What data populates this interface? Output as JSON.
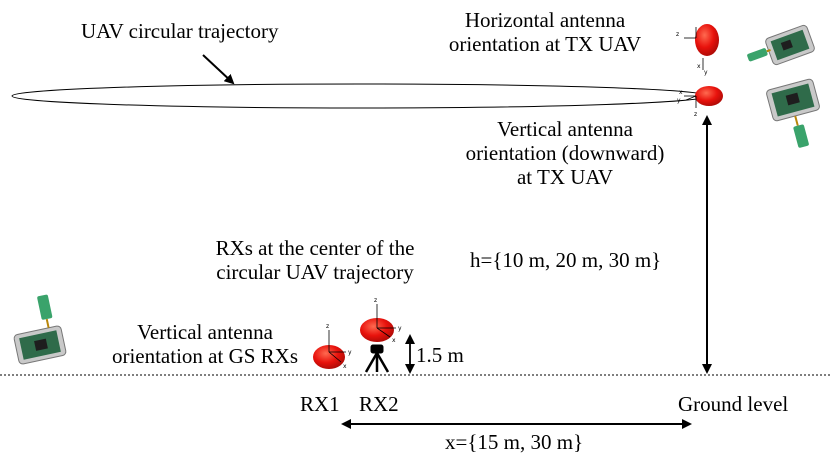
{
  "labels": {
    "trajectory": "UAV circular trajectory",
    "horizontal_line1": "Horizontal antenna",
    "horizontal_line2": "orientation at TX UAV",
    "vertical_tx_line1": "Vertical antenna",
    "vertical_tx_line2": "orientation (downward)",
    "vertical_tx_line3": "at TX UAV",
    "rx_center_line1": "RXs at the center of the",
    "rx_center_line2": "circular UAV trajectory",
    "gs_line1": "Vertical antenna",
    "gs_line2": "orientation at GS RXs",
    "height": "h={10 m, 20 m, 30 m}",
    "rx_height": "1.5 m",
    "rx1": "RX1",
    "rx2": "RX2",
    "ground": "Ground level",
    "distance": "x={15 m, 30 m}"
  },
  "axes": {
    "x": "x",
    "y": "y",
    "z": "z"
  },
  "colors": {
    "pattern": "#e8120c",
    "pattern_dark": "#a80a06",
    "ground_line": "#555555",
    "pcb": "#2f6b4a",
    "antenna": "#3aa36b",
    "case": "#c9c9c9"
  },
  "icons": [
    "radiation-pattern-icon",
    "radio-device-icon",
    "tripod-icon"
  ]
}
